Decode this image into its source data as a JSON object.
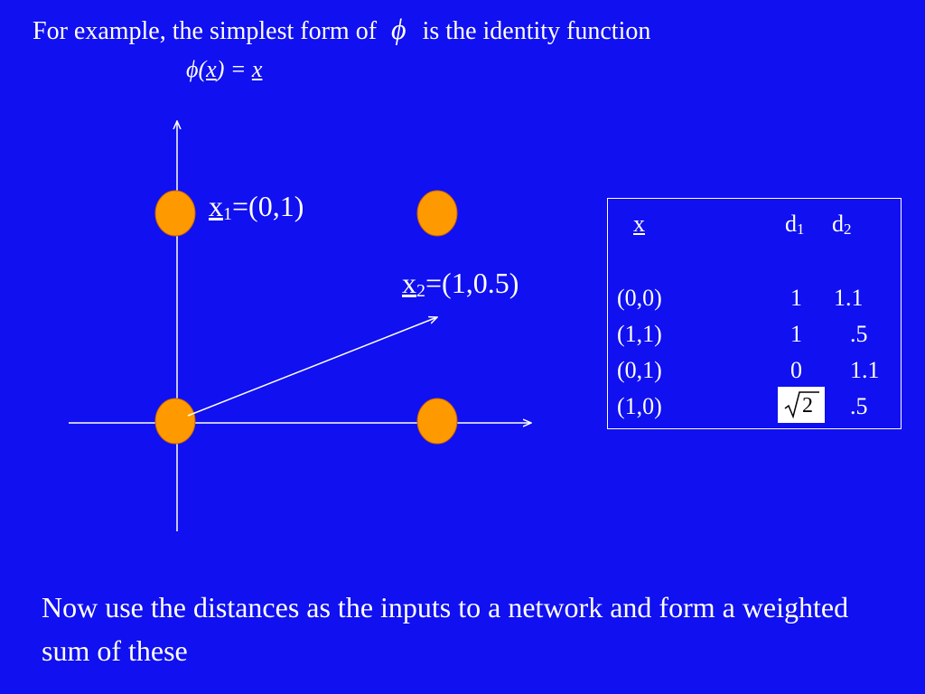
{
  "slide": {
    "title_before": "For example, the simplest form of",
    "title_symbol": "ϕ",
    "title_after": "is the identity function",
    "formula": {
      "phi": "ϕ",
      "open": "(",
      "var": "x",
      "close": ") = ",
      "result": "x"
    },
    "bottom_text": "Now use the distances as the inputs to a network and form a weighted sum of these"
  },
  "points": [
    {
      "name": "p00",
      "x": 0,
      "y": 0
    },
    {
      "name": "p10",
      "x": 1,
      "y": 0
    },
    {
      "name": "p01",
      "x": 0,
      "y": 1
    },
    {
      "name": "p11",
      "x": 1,
      "y": 1
    }
  ],
  "labels": {
    "x1": {
      "var": "x",
      "sub": "1",
      "value": "=(0,1)"
    },
    "x2": {
      "var": "x",
      "sub": "2",
      "value": "=(1,0.5)"
    }
  },
  "table": {
    "header_x": "x",
    "header_d1_main": "d",
    "header_d1_sub": "1",
    "header_d2_main": "d",
    "header_d2_sub": "2",
    "rows": [
      {
        "x": "(0,0)",
        "d1": "1",
        "d2": "1.1"
      },
      {
        "x": "(1,1)",
        "d1": "1",
        "d2": ".5"
      },
      {
        "x": "(0,1)",
        "d1": "0",
        "d2": "1.1"
      },
      {
        "x": "(1,0)",
        "d1": "2",
        "d2": ".5"
      }
    ],
    "sqrt_symbol": "√"
  },
  "colors": {
    "background": "#1010f0",
    "point_fill": "#ff9900",
    "line": "#ffffff"
  }
}
